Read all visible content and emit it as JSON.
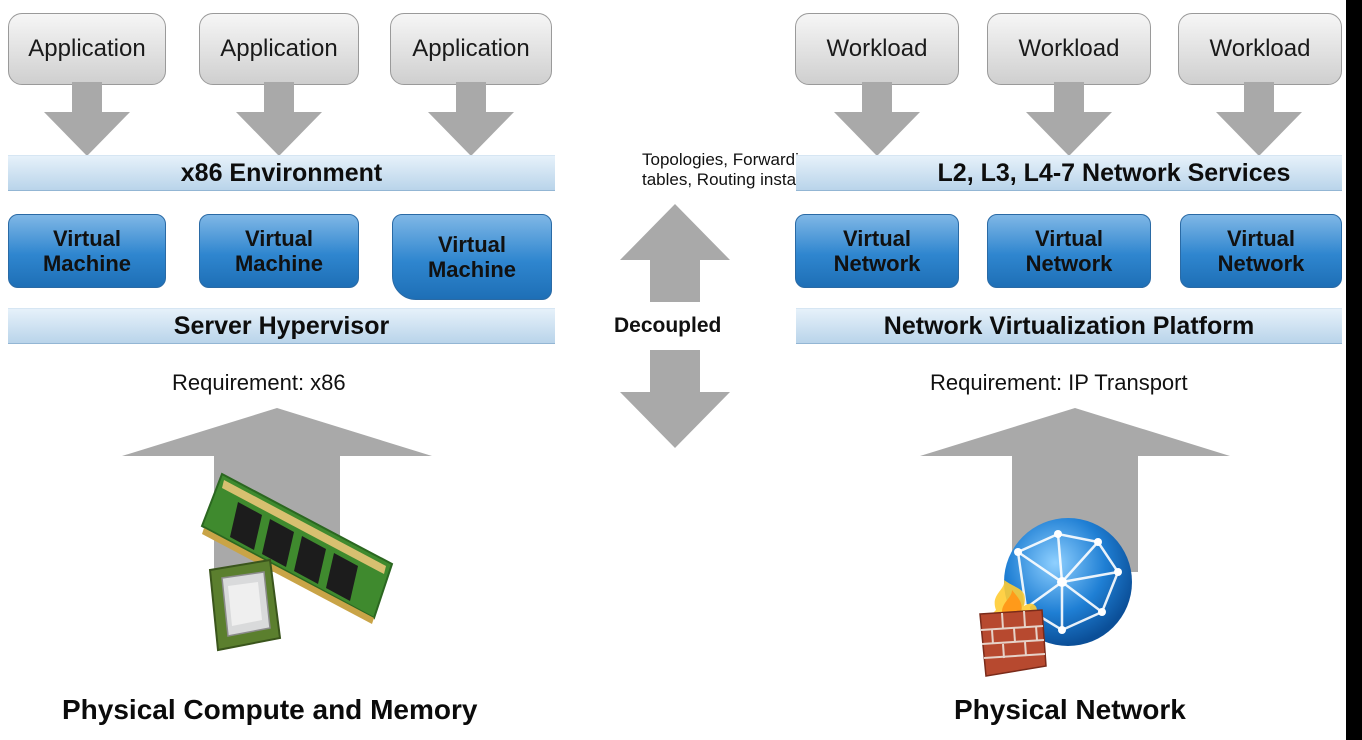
{
  "left": {
    "top_boxes": [
      "Application",
      "Application",
      "Application"
    ],
    "band_top": "x86 Environment",
    "vm_boxes": [
      {
        "line1": "Virtual",
        "line2": "Machine"
      },
      {
        "line1": "Virtual",
        "line2": "Machine"
      },
      {
        "line1": "Virtual",
        "line2": "Machine"
      }
    ],
    "band_bottom": "Server Hypervisor",
    "requirement": "Requirement: x86",
    "footer": "Physical Compute and Memory"
  },
  "middle": {
    "note_line1": "Topologies, Forwarding",
    "note_line2": "tables, Routing instances",
    "decoupled": "Decoupled"
  },
  "right": {
    "top_boxes": [
      "Workload",
      "Workload",
      "Workload"
    ],
    "band_top": "L2, L3, L4-7 Network Services",
    "vn_boxes": [
      {
        "line1": "Virtual",
        "line2": "Network"
      },
      {
        "line1": "Virtual",
        "line2": "Network"
      },
      {
        "line1": "Virtual",
        "line2": "Network"
      }
    ],
    "band_bottom": "Network Virtualization Platform",
    "requirement": "Requirement: IP Transport",
    "footer": "Physical Network"
  },
  "colors": {
    "arrow_gray": "#a9a9a9",
    "band_blue": "#c6dcef",
    "vbox_blue": "#2f86cf"
  },
  "icons": [
    "memory-chip-icon",
    "cpu-icon",
    "globe-network-icon",
    "firewall-icon"
  ]
}
